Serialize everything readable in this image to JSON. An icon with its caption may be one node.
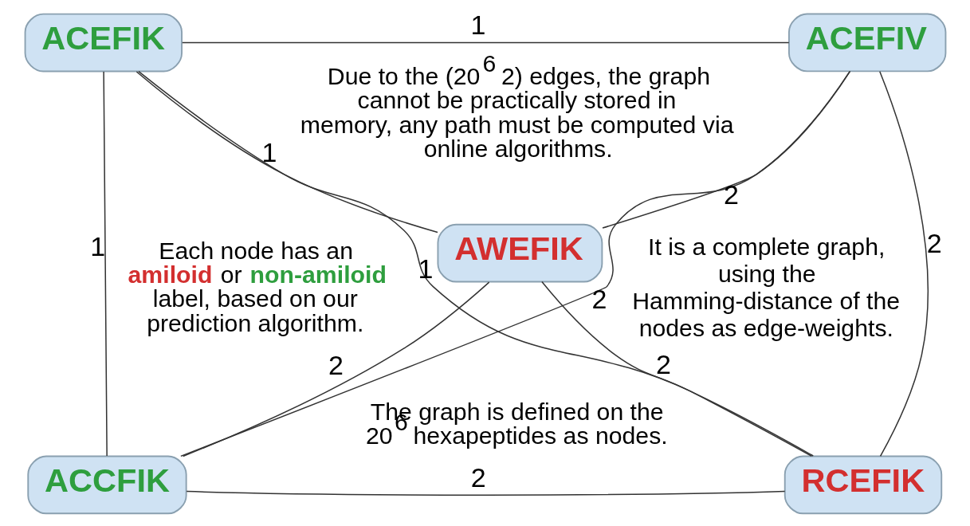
{
  "diagram": {
    "nodes": [
      {
        "text": [
          "ACCFIK"
        ]
      },
      {
        "text": [
          "RCEFIK"
        ]
      },
      {
        "text": [
          "AWEFIK"
        ]
      },
      {
        "text": [
          "ACEFIK"
        ]
      },
      {
        "text": [
          "ACEFIV"
        ]
      }
    ],
    "edges": [
      {
        "from": 0,
        "to": 1,
        "arrow": "none",
        "label": "2"
      },
      {
        "from": 0,
        "to": 2,
        "arrow": "none",
        "label": "2"
      },
      {
        "from": 0,
        "to": 4,
        "arrow": "none",
        "label": "2"
      },
      {
        "from": 1,
        "to": 3,
        "arrow": "none",
        "label": "1"
      },
      {
        "from": 1,
        "to": 2,
        "arrow": "none",
        "label": "2"
      },
      {
        "from": 0,
        "to": 3,
        "arrow": "none",
        "label": "1"
      },
      {
        "from": 1,
        "to": 4,
        "arrow": "none",
        "label": "2"
      },
      {
        "from": 2,
        "to": 3,
        "arrow": "none",
        "label": "1"
      },
      {
        "from": 2,
        "to": 4,
        "arrow": "none",
        "label": "2"
      },
      {
        "from": 3,
        "to": 4,
        "arrow": "none",
        "label": "1"
      }
    ],
    "labels": [
      "The graph is defined on the 20$^{6}$ hexapeptides as nodes.",
      "Each node has an **amiloid** or **non-amiloid** label, based on our prediction algorithm.",
      "It is a complete graph, using the Hamming-distance of the nodes as edge-weights.",
      "Due to the (20$^{6}$ 2) edges, the graph cannot be practically stored in memory, any path must be computed via online algorithms."
    ]
  }
}
